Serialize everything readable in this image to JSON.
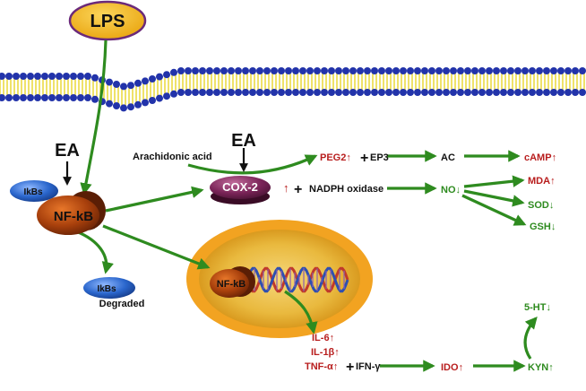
{
  "colors": {
    "green": "#2e8b1f",
    "red": "#b81d1d",
    "black": "#111111",
    "lps_fill": "#f0b418",
    "lps_border": "#6b2a7a",
    "membrane_head": "#2233aa",
    "membrane_tail": "#e6d21a",
    "nfkb": "#a8400c",
    "ikbs": "#2a66cc",
    "cox2": "#7a2458",
    "nucleus_outer": "#f2a321",
    "nucleus_inner": "#e9b93e"
  },
  "lps": {
    "label": "LPS"
  },
  "ea_top": {
    "label": "EA"
  },
  "ea_right": {
    "label": "EA"
  },
  "ikbs_top": {
    "label": "IkBs"
  },
  "nfkb_main": {
    "label": "NF-kB"
  },
  "ikbs_degraded": {
    "label": "IkBs",
    "status": "Degraded"
  },
  "arachidonic": {
    "label": "Arachidonic acid"
  },
  "cox2": {
    "label": "COX-2"
  },
  "peg2": {
    "label": "PEG2",
    "arrow": "↑"
  },
  "plus1": {
    "label": "+"
  },
  "ep3": {
    "label": "EP3"
  },
  "ac": {
    "label": "AC"
  },
  "camp": {
    "label": "cAMP",
    "arrow": "↑"
  },
  "cox_up": {
    "label": "↑"
  },
  "plus2": {
    "label": "+"
  },
  "nadph": {
    "label": "NADPH oxidase"
  },
  "no": {
    "label": "NO",
    "arrow": "↓"
  },
  "mda": {
    "label": "MDA",
    "arrow": "↑"
  },
  "sod": {
    "label": "SOD",
    "arrow": "↓"
  },
  "gsh": {
    "label": "GSH",
    "arrow": "↓"
  },
  "nfkb_nucleus": {
    "label": "NF-kB"
  },
  "il6": {
    "label": "IL-6",
    "arrow": "↑"
  },
  "il1b": {
    "label": "IL-1β",
    "arrow": "↑"
  },
  "tnfa": {
    "label": "TNF-α",
    "arrow": "↑"
  },
  "plus3": {
    "label": "+"
  },
  "ifng": {
    "label": "IFN-γ"
  },
  "ido": {
    "label": "IDO",
    "arrow": "↑"
  },
  "kyn": {
    "label": "KYN",
    "arrow": "↑"
  },
  "ht5": {
    "label": "5-HT",
    "arrow": "↓"
  }
}
